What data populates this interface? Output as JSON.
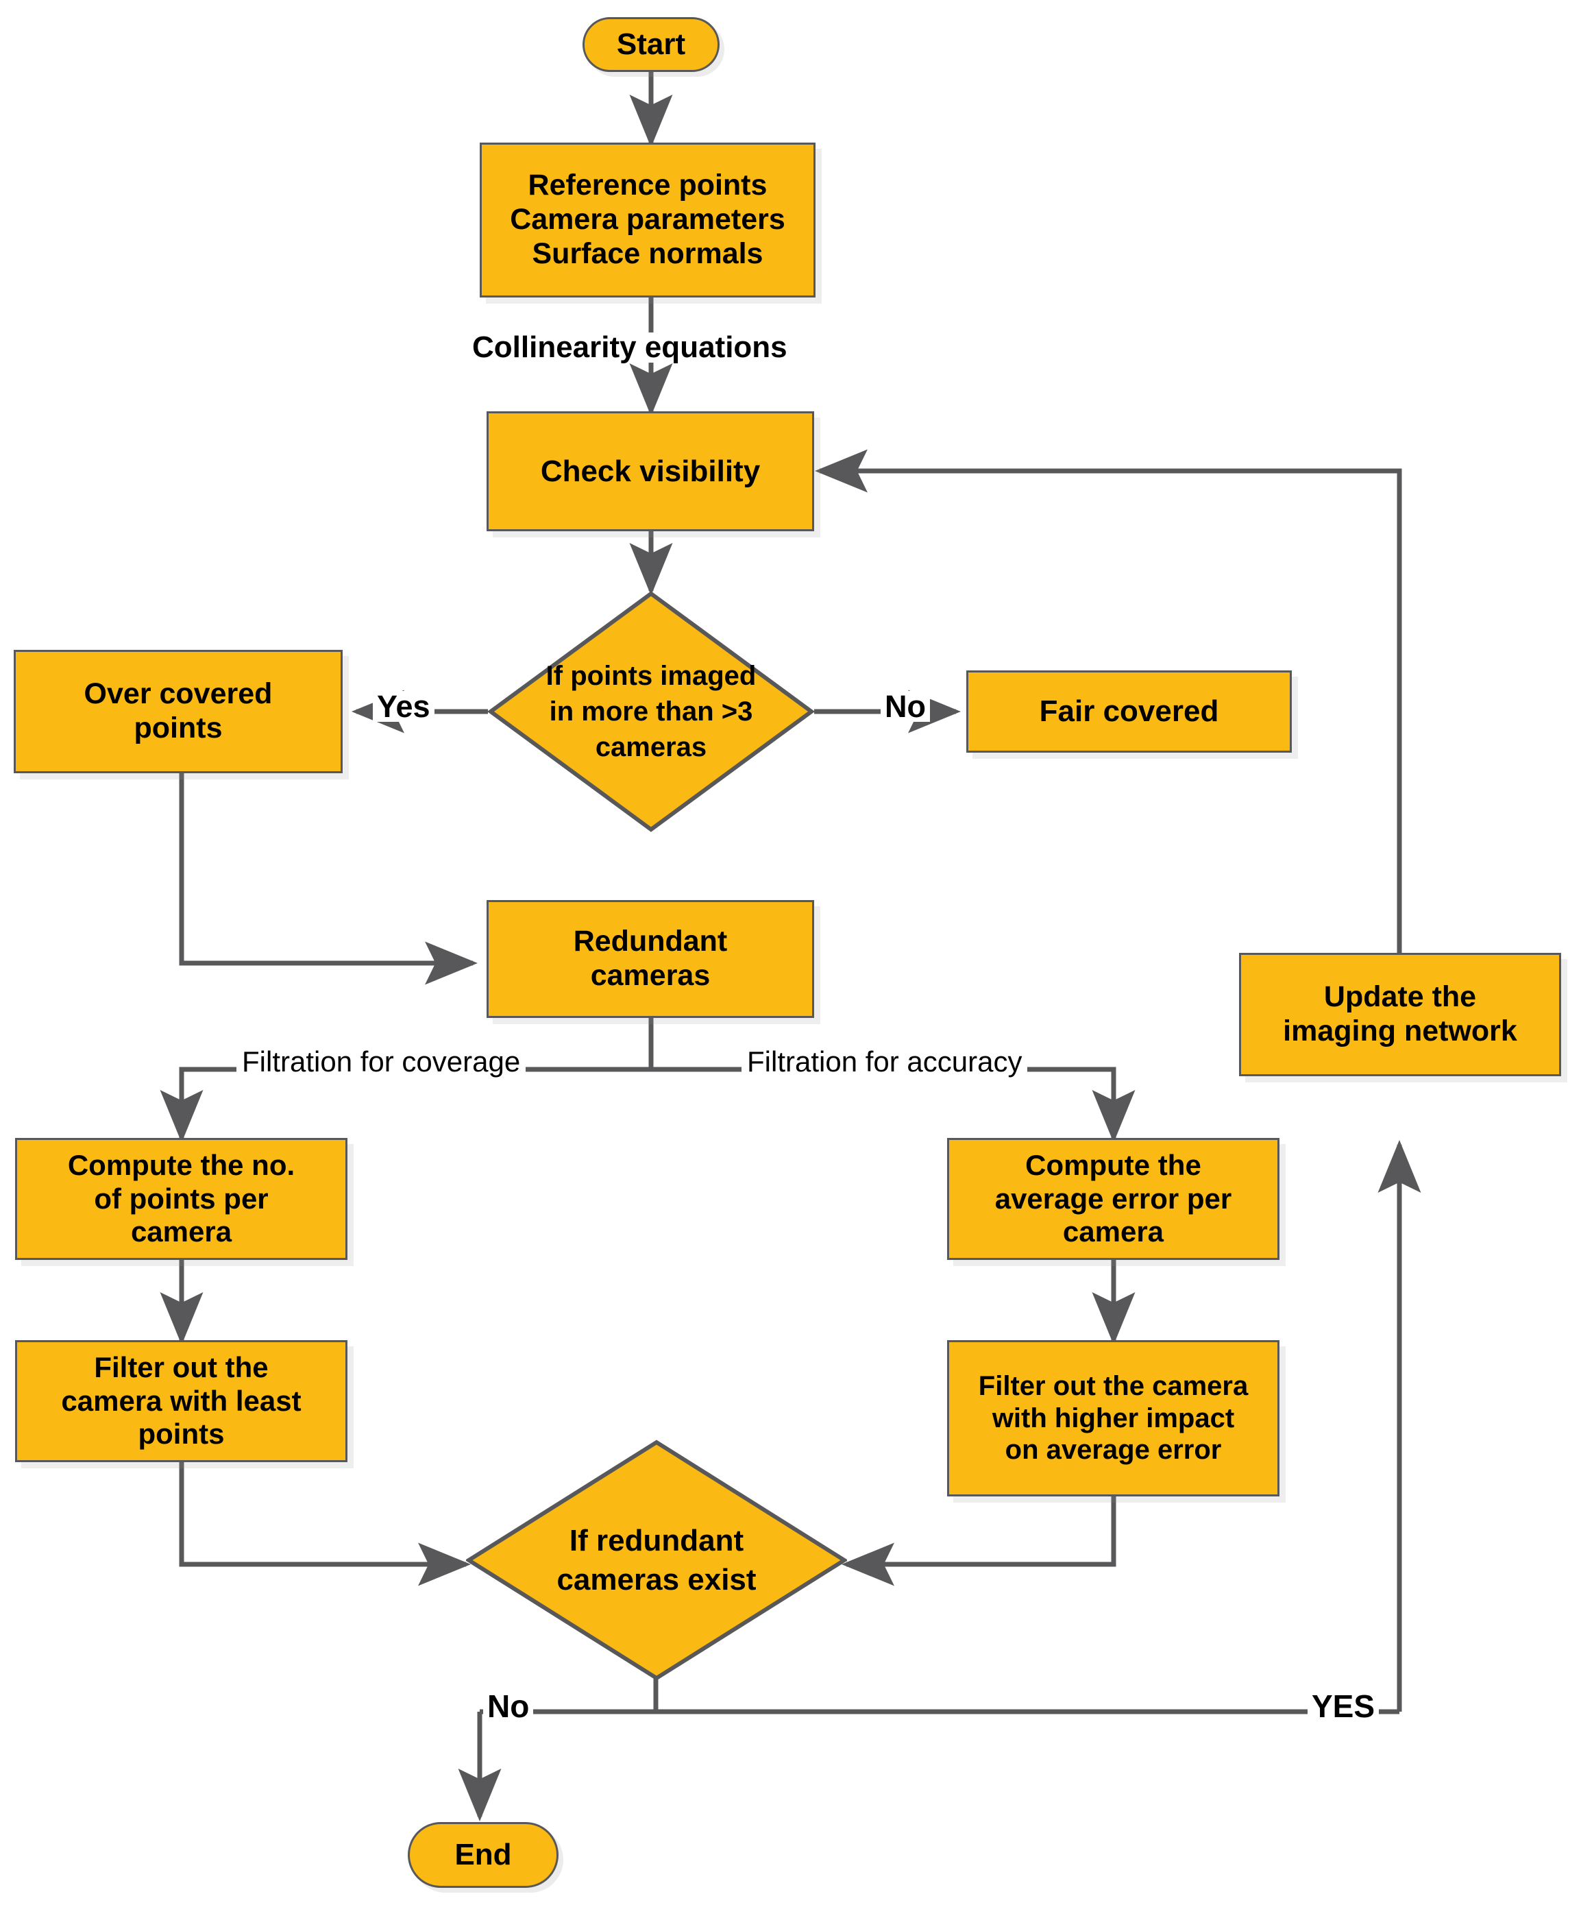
{
  "diagram": {
    "title": "Imaging network optimisation flowchart",
    "colors": {
      "node_fill": "#FBB913",
      "node_border": "#58585A",
      "edge": "#58585A",
      "text": "#000000",
      "background": "#FFFFFF"
    }
  },
  "nodes": {
    "start": {
      "label": "Start",
      "shape": "terminal"
    },
    "inputs": {
      "label": "Reference points\nCamera parameters\nSurface normals",
      "shape": "process"
    },
    "check_visibility": {
      "label": "Check visibility",
      "shape": "process"
    },
    "decision_points": {
      "label": "If points imaged\nin more than >3\ncameras",
      "shape": "decision"
    },
    "over_covered": {
      "label": "Over covered\npoints",
      "shape": "process"
    },
    "fair_covered": {
      "label": "Fair covered",
      "shape": "process"
    },
    "redundant_cameras": {
      "label": "Redundant\ncameras",
      "shape": "process"
    },
    "compute_points": {
      "label": "Compute the no.\nof points per\ncamera",
      "shape": "process"
    },
    "filter_least_points": {
      "label": "Filter out the\ncamera with least\npoints",
      "shape": "process"
    },
    "compute_error": {
      "label": "Compute the\naverage error per\ncamera",
      "shape": "process"
    },
    "filter_higher_impact": {
      "label": "Filter out the camera\nwith higher impact\non average error",
      "shape": "process"
    },
    "decision_redundant": {
      "label": "If redundant\ncameras exist",
      "shape": "decision"
    },
    "update_network": {
      "label": "Update the\nimaging network",
      "shape": "process"
    },
    "end": {
      "label": "End",
      "shape": "terminal"
    }
  },
  "edge_labels": {
    "collinearity": "Collinearity equations",
    "yes_over_covered": "Yes",
    "no_fair_covered": "No",
    "filtration_coverage": "Filtration for coverage",
    "filtration_accuracy": "Filtration for accuracy",
    "no_end": "No",
    "yes_loop": "YES"
  }
}
